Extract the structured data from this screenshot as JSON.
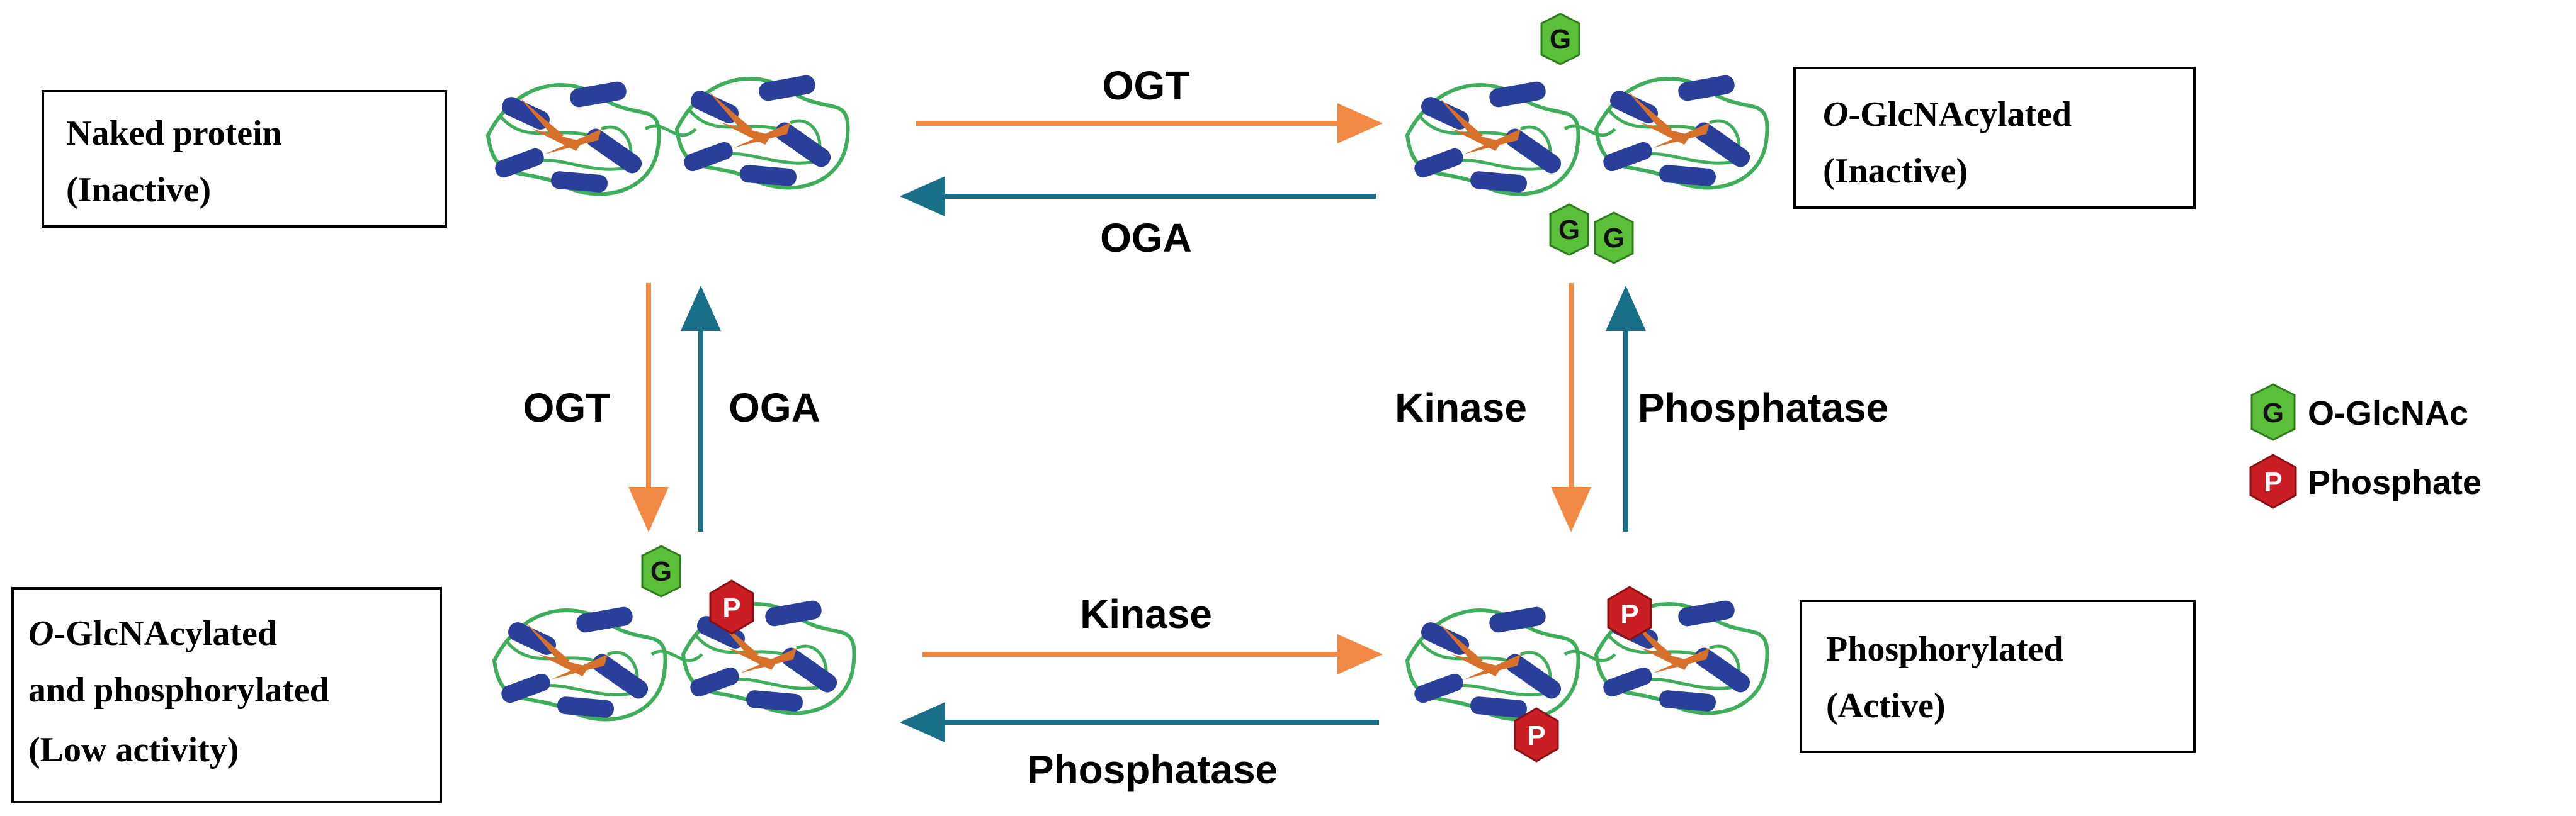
{
  "colors": {
    "forward_arrow": "#f28a45",
    "reverse_arrow": "#1a6f88",
    "protein_green": "#3fae5a",
    "helix_blue": "#2a3f99",
    "sheet_orange": "#d6702a",
    "glcnac_green": "#5bbf3a",
    "phosphate_red": "#c81e24"
  },
  "states": {
    "naked": {
      "line1": "Naked protein",
      "line2": "(Inactive)"
    },
    "oglcnac": {
      "line1_italic": "O",
      "line1_rest": "-GlcNAcylated",
      "line2": "(Inactive)"
    },
    "both": {
      "line1_italic": "O",
      "line1_rest": "-GlcNAcylated",
      "line2": "and phosphorylated",
      "line3": "(Low activity)"
    },
    "phos": {
      "line1": "Phosphorylated",
      "line2": "(Active)"
    }
  },
  "enzymes": {
    "top_forward": "OGT",
    "top_reverse": "OGA",
    "left_down": "OGT",
    "left_up": "OGA",
    "right_down": "Kinase",
    "right_up": "Phosphatase",
    "bottom_forward": "Kinase",
    "bottom_reverse": "Phosphatase"
  },
  "markers": {
    "glcnac_letter": "G",
    "phosphate_letter": "P"
  },
  "legend": {
    "items": [
      {
        "icon": "glcnac-icon",
        "letter": "G",
        "label": "O-GlcNAc"
      },
      {
        "icon": "phosphate-icon",
        "letter": "P",
        "label": "Phosphate"
      }
    ]
  }
}
